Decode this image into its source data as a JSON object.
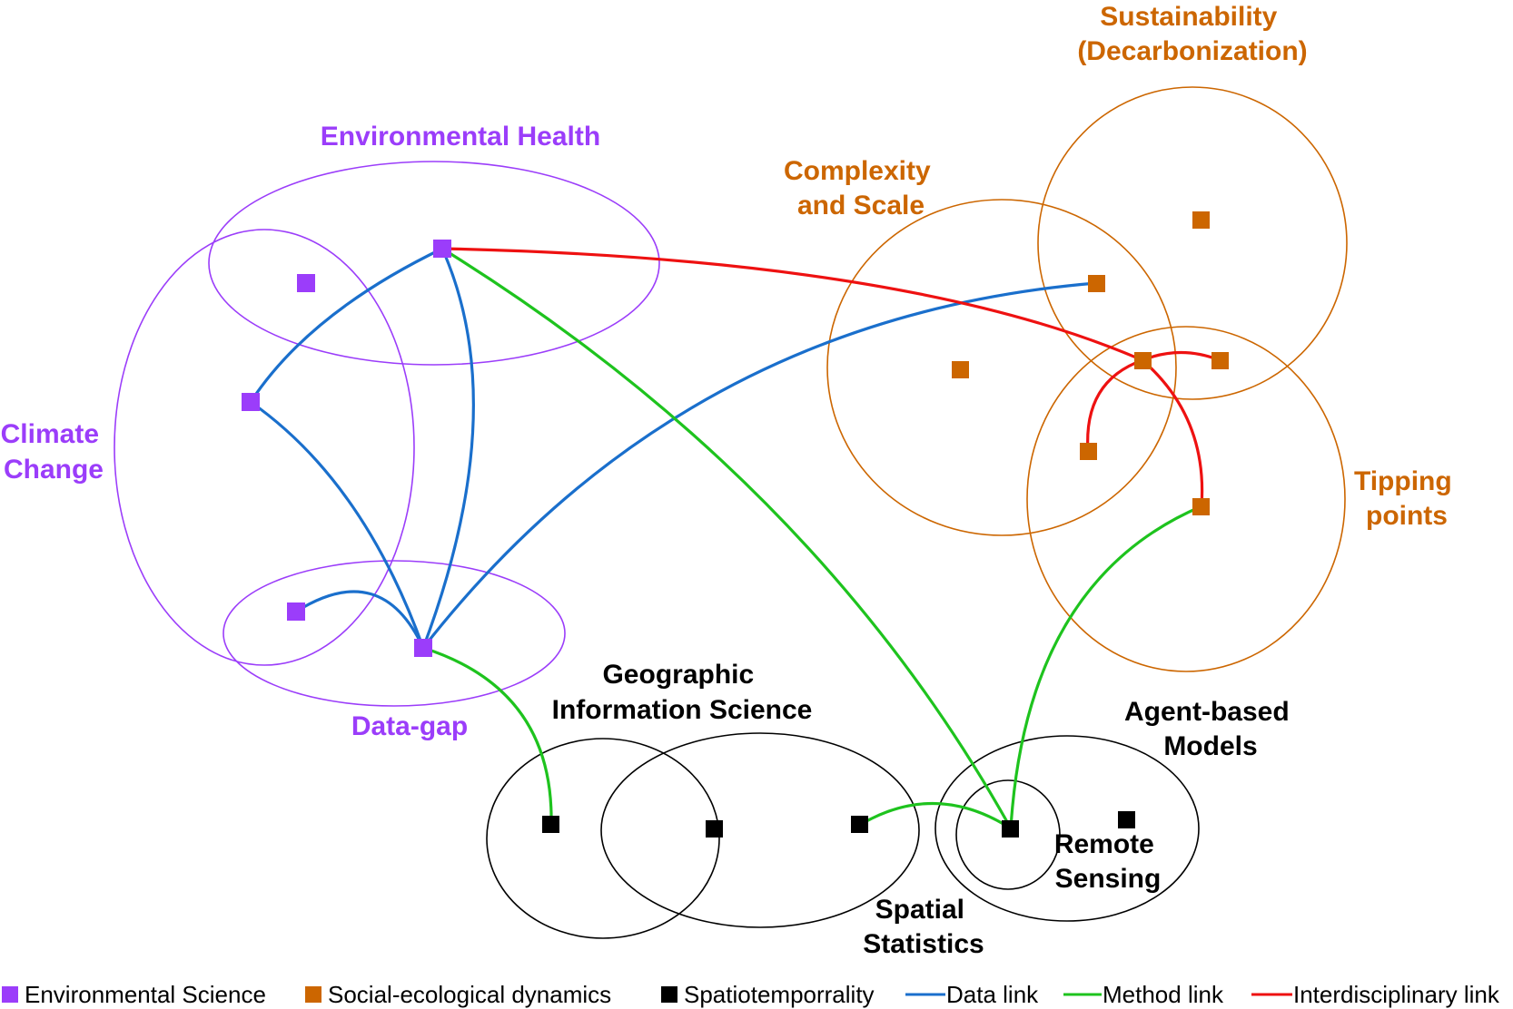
{
  "colors": {
    "environmental": "#9b3dfa",
    "social": "#cc6600",
    "spatio": "#000000",
    "data_link": "#1a6fcc",
    "method_link": "#1ec31e",
    "interdisciplinary_link": "#ee1111"
  },
  "clusters": {
    "environmental_health": "Environmental Health",
    "climate_change": [
      "Climate",
      "Change"
    ],
    "data_gap": "Data-gap",
    "complexity_scale": [
      "Complexity",
      "and Scale"
    ],
    "sustainability": [
      "Sustainability",
      "(Decarbonization)"
    ],
    "tipping_points": [
      "Tipping",
      "points"
    ],
    "gis": [
      "Geographic",
      "Information Science"
    ],
    "spatial_statistics": [
      "Spatial",
      "Statistics"
    ],
    "agent_based": [
      "Agent-based",
      "Models"
    ],
    "remote_sensing": [
      "Remote",
      "Sensing"
    ]
  },
  "legend": {
    "environmental": "Environmental Science",
    "social": "Social-ecological dynamics",
    "spatio": "Spatiotemporrality",
    "data_link": "Data link",
    "method_link": "Method link",
    "interdisciplinary_link": "Interdisciplinary link"
  }
}
